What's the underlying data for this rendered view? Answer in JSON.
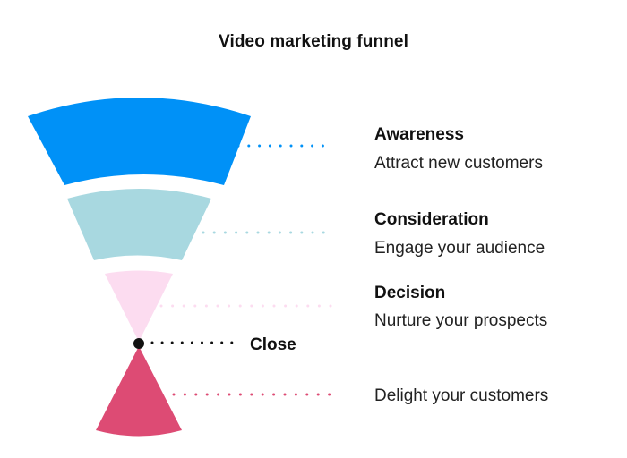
{
  "title": "Video marketing funnel",
  "colors": {
    "awareness": "#0091f7",
    "consideration": "#a8d8e0",
    "decision": "#fcdcf0",
    "close": "#111111",
    "delight": "#dd4b74"
  },
  "stages": [
    {
      "title": "Awareness",
      "description": "Attract new customers"
    },
    {
      "title": "Consideration",
      "description": "Engage your audience"
    },
    {
      "title": "Decision",
      "description": "Nurture your prospects"
    }
  ],
  "close_label": "Close",
  "delight_description": "Delight your customers"
}
